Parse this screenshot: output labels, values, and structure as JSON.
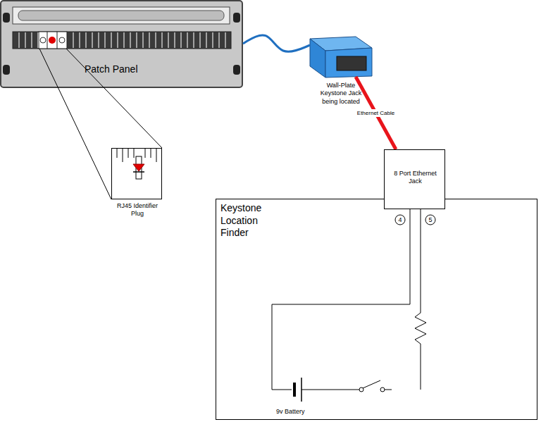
{
  "diagram": {
    "nodes": [
      {
        "text": [
          "Patch Panel"
        ]
      },
      {
        "text": [
          "RJ45 Identifier Plug"
        ]
      },
      {
        "text": [
          "Wall-Plate Keystone Jack being located"
        ]
      },
      {
        "text": [
          "Keystone Location Finder"
        ]
      },
      {
        "text": [
          "8 Port Ethernet Jack"
        ]
      }
    ],
    "edges": [
      {
        "from": 0,
        "to": 2,
        "arrow": "none"
      },
      {
        "from": 2,
        "to": 4,
        "label": "Ethernet Cable",
        "arrow": "none"
      },
      {
        "from": 0,
        "to": 1,
        "arrow": "none"
      }
    ],
    "labels": [
      "4",
      "5",
      "9v Battery"
    ]
  }
}
